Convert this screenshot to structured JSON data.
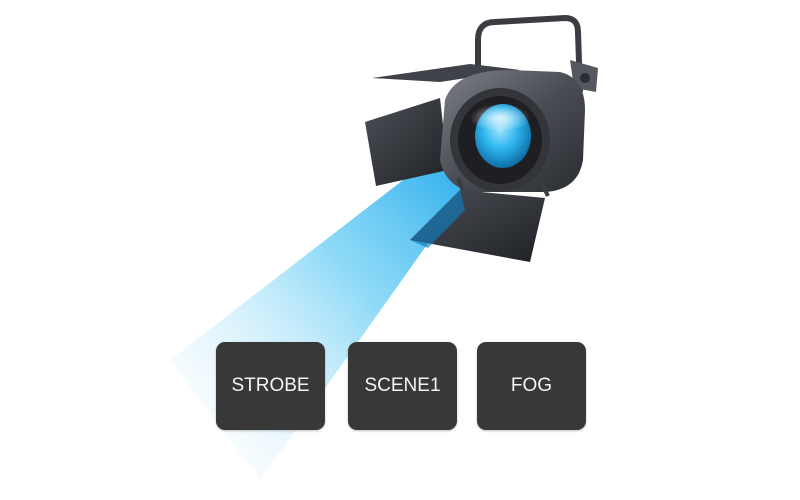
{
  "controls": {
    "strobe_label": "STROBE",
    "scene1_label": "SCENE1",
    "fog_label": "FOG"
  },
  "colors": {
    "button_bg": "#383838",
    "button_text": "#f4f4f4",
    "beam": "#3fc0f5",
    "lens": "#2fb6ef"
  },
  "icons": {
    "fixture": "stage-light-icon"
  }
}
